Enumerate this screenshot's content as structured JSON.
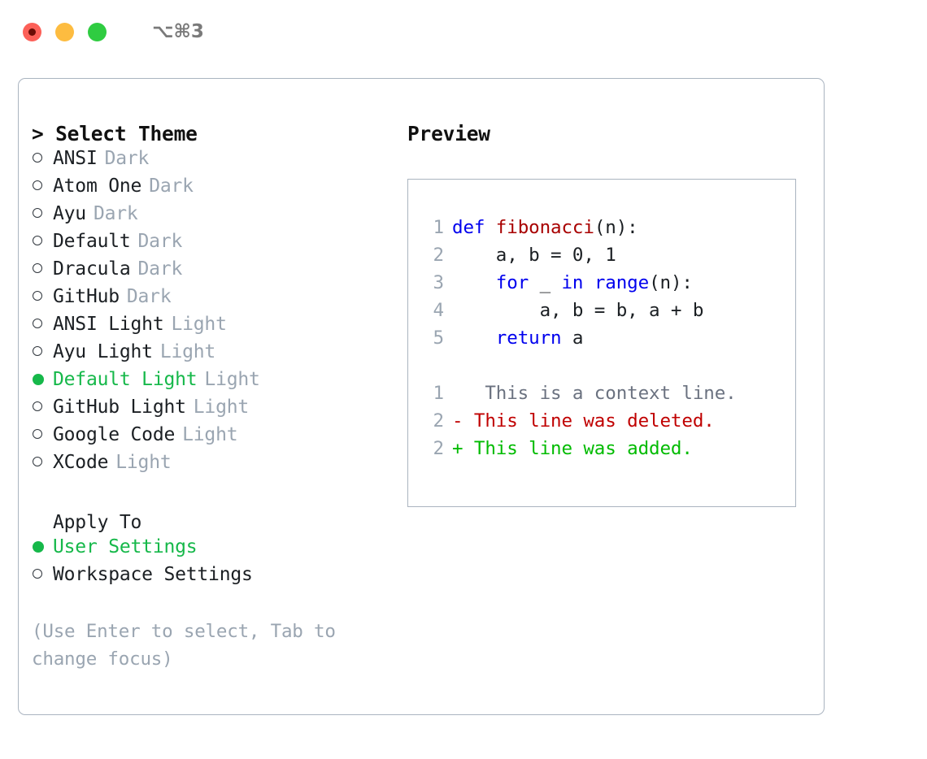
{
  "titlebar": {
    "shortcut": "⌥⌘3",
    "buttons": [
      {
        "name": "close",
        "color": "#fc6058"
      },
      {
        "name": "minimize",
        "color": "#fdbc40"
      },
      {
        "name": "zoom",
        "color": "#2fcc41"
      }
    ]
  },
  "theme_picker": {
    "heading": "> Select Theme",
    "selected_marker": "●",
    "unselected_marker": "○",
    "selected_color": "#16b84a",
    "kind_color": "#9aa5b1",
    "options": [
      {
        "label": "ANSI",
        "kind": "Dark",
        "selected": false
      },
      {
        "label": "Atom One",
        "kind": "Dark",
        "selected": false
      },
      {
        "label": "Ayu",
        "kind": "Dark",
        "selected": false
      },
      {
        "label": "Default",
        "kind": "Dark",
        "selected": false
      },
      {
        "label": "Dracula",
        "kind": "Dark",
        "selected": false
      },
      {
        "label": "GitHub",
        "kind": "Dark",
        "selected": false
      },
      {
        "label": "ANSI Light",
        "kind": "Light",
        "selected": false
      },
      {
        "label": "Ayu Light",
        "kind": "Light",
        "selected": false
      },
      {
        "label": "Default Light",
        "kind": "Light",
        "selected": true
      },
      {
        "label": "GitHub Light",
        "kind": "Light",
        "selected": false
      },
      {
        "label": "Google Code",
        "kind": "Light",
        "selected": false
      },
      {
        "label": "XCode",
        "kind": "Light",
        "selected": false
      }
    ]
  },
  "apply_to": {
    "heading": "Apply To",
    "options": [
      {
        "label": "User Settings",
        "selected": true
      },
      {
        "label": "Workspace Settings",
        "selected": false
      }
    ]
  },
  "hint": "(Use Enter to select, Tab to change focus)",
  "preview": {
    "title": "Preview",
    "code_lines": [
      {
        "number": "1",
        "tokens": [
          {
            "text": "def ",
            "type": "keyword"
          },
          {
            "text": "fibonacci",
            "type": "function"
          },
          {
            "text": "(n):",
            "type": "plain"
          }
        ]
      },
      {
        "number": "2",
        "tokens": [
          {
            "text": "    a, b = 0, 1",
            "type": "plain"
          }
        ]
      },
      {
        "number": "3",
        "tokens": [
          {
            "text": "    ",
            "type": "plain"
          },
          {
            "text": "for",
            "type": "keyword"
          },
          {
            "text": " _ ",
            "type": "plain"
          },
          {
            "text": "in",
            "type": "keyword"
          },
          {
            "text": " ",
            "type": "plain"
          },
          {
            "text": "range",
            "type": "keyword"
          },
          {
            "text": "(n):",
            "type": "plain"
          }
        ]
      },
      {
        "number": "4",
        "tokens": [
          {
            "text": "        a, b = b, a + b",
            "type": "plain"
          }
        ]
      },
      {
        "number": "5",
        "tokens": [
          {
            "text": "    ",
            "type": "plain"
          },
          {
            "text": "return",
            "type": "keyword"
          },
          {
            "text": " a",
            "type": "plain"
          }
        ]
      }
    ],
    "diff_lines": [
      {
        "number": "1",
        "marker": " ",
        "text": "  This is a context line.",
        "type": "context"
      },
      {
        "number": "2",
        "marker": "-",
        "text": " This line was deleted.",
        "type": "deleted"
      },
      {
        "number": "2",
        "marker": "+",
        "text": " This line was added.",
        "type": "added"
      }
    ],
    "syntax_colors": {
      "keyword": "#0000ee",
      "function": "#a80000",
      "plain": "#1b1f23",
      "lineno": "#9aa5b1",
      "context": "#6b7280",
      "deleted": "#c00000",
      "added": "#00bb00"
    }
  }
}
